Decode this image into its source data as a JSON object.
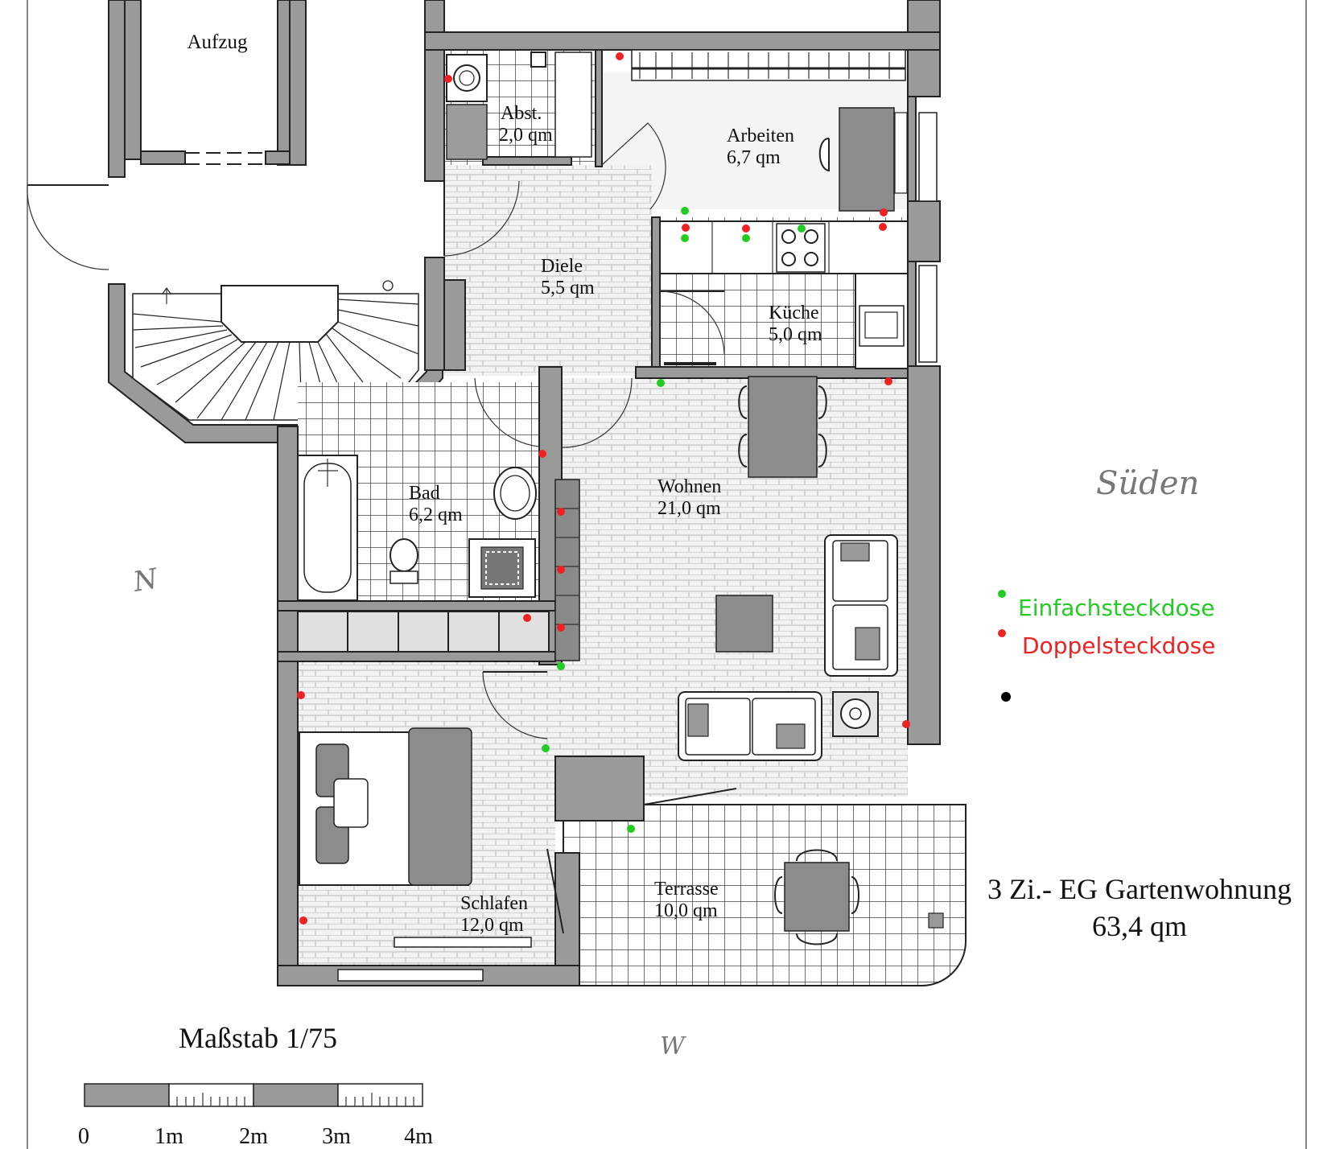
{
  "rooms": {
    "aufzug": {
      "name": "Aufzug"
    },
    "abst": {
      "name": "Abst.",
      "area": "2,0 qm"
    },
    "arbeiten": {
      "name": "Arbeiten",
      "area": "6,7 qm"
    },
    "diele": {
      "name": "Diele",
      "area": "5,5 qm"
    },
    "kueche": {
      "name": "Küche",
      "area": "5,0 qm"
    },
    "bad": {
      "name": "Bad",
      "area": "6,2 qm"
    },
    "wohnen": {
      "name": "Wohnen",
      "area": "21,0 qm"
    },
    "schlafen": {
      "name": "Schlafen",
      "area": "12,0 qm"
    },
    "terrasse": {
      "name": "Terrasse",
      "area": "10,0 qm"
    }
  },
  "orientation": {
    "south": "Süden",
    "north": "N",
    "west": "W"
  },
  "legend": {
    "single": {
      "label": "Einfachsteckdose",
      "color": "#22cc22"
    },
    "double": {
      "label": "Doppelsteckdose",
      "color": "#ee2222"
    },
    "third": {
      "label": "",
      "color": "#000000"
    }
  },
  "title": {
    "line1": "3 Zi.- EG Gartenwohnung",
    "line2": "63,4 qm"
  },
  "scale": {
    "label": "Maßstab 1/75",
    "ticks": [
      "0",
      "1m",
      "2m",
      "3m",
      "4m"
    ]
  }
}
